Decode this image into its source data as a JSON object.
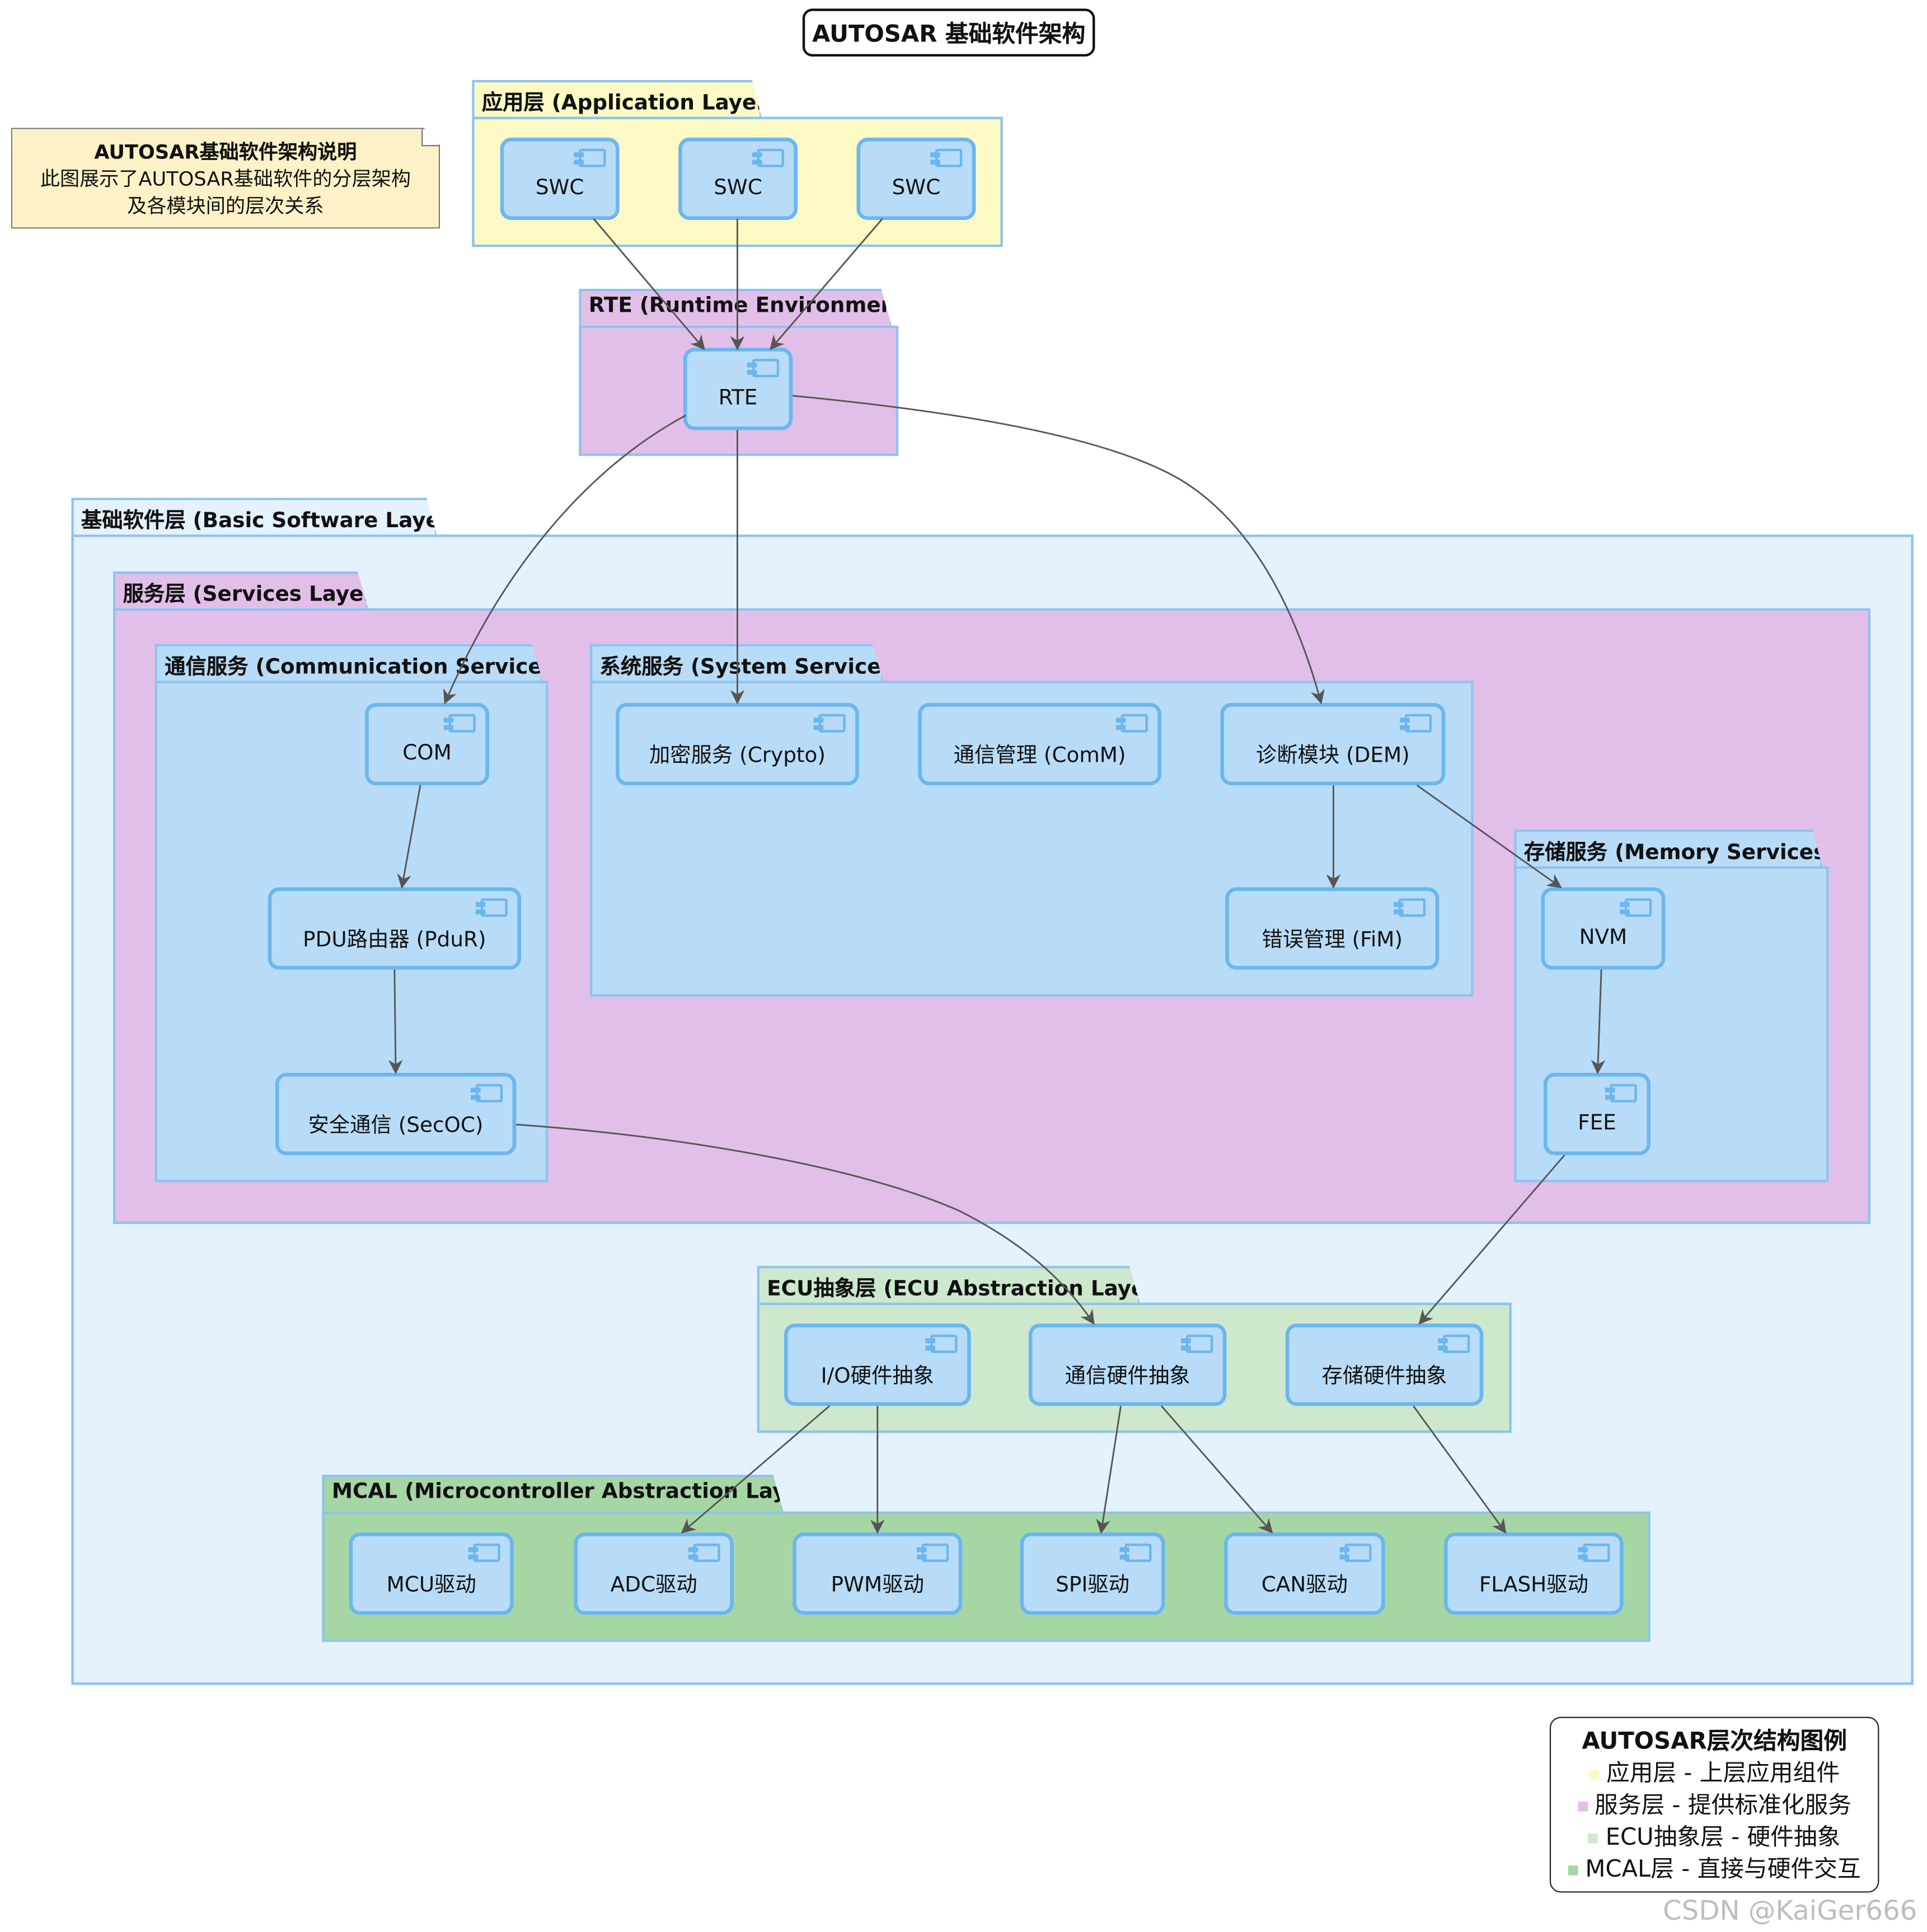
{
  "title": "AUTOSAR 基础软件架构",
  "note": {
    "title": "AUTOSAR基础软件架构说明",
    "line1": "此图展示了AUTOSAR基础软件的分层架构",
    "line2": "及各模块间的层次关系"
  },
  "packages": {
    "app": "应用层 (Application Layer)",
    "rte": "RTE (Runtime Environment)",
    "bsw": "基础软件层 (Basic Software Layer)",
    "services": "服务层 (Services Layer)",
    "comm": "通信服务 (Communication Services)",
    "system": "系统服务 (System Services)",
    "memory": "存储服务 (Memory Services)",
    "ecu": "ECU抽象层 (ECU Abstraction Layer)",
    "mcal": "MCAL (Microcontroller Abstraction Layer)"
  },
  "components": {
    "swc1": "SWC",
    "swc2": "SWC",
    "swc3": "SWC",
    "rte": "RTE",
    "com": "COM",
    "pdur": "PDU路由器 (PduR)",
    "secoc": "安全通信 (SecOC)",
    "crypto": "加密服务 (Crypto)",
    "comm": "通信管理 (ComM)",
    "dem": "诊断模块 (DEM)",
    "fim": "错误管理 (FiM)",
    "nvm": "NVM",
    "fee": "FEE",
    "ioabs": "I/O硬件抽象",
    "commabs": "通信硬件抽象",
    "memabs": "存储硬件抽象",
    "mcu": "MCU驱动",
    "adc": "ADC驱动",
    "pwm": "PWM驱动",
    "spi": "SPI驱动",
    "can": "CAN驱动",
    "flash": "FLASH驱动"
  },
  "legend": {
    "title": "AUTOSAR层次结构图例",
    "items": [
      {
        "label": "应用层 - 上层应用组件",
        "color": "#fdf9c4"
      },
      {
        "label": "服务层 - 提供标准化服务",
        "color": "#e2bfe8"
      },
      {
        "label": "ECU抽象层 - 硬件抽象",
        "color": "#cde8cc"
      },
      {
        "label": "MCAL层 - 直接与硬件交互",
        "color": "#a6d6a4"
      }
    ]
  },
  "watermark": "CSDN @KaiGer666",
  "colors": {
    "app": "#fdf9c4",
    "rte": "#e2bfe8",
    "bsw": "#e4f2fd",
    "services": "#e2bfe8",
    "inner": "#b8dcf7",
    "ecu": "#cde8cc",
    "mcal": "#a6d6a4"
  }
}
